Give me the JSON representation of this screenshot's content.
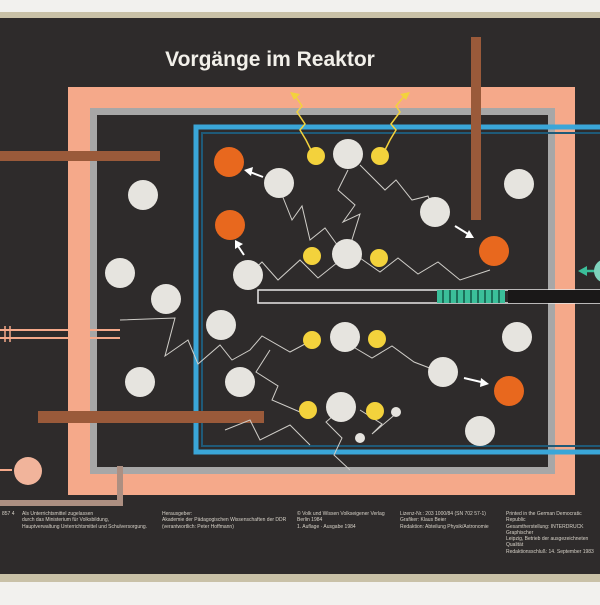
{
  "poster": {
    "title": "Vorgänge im Reaktor",
    "footer": {
      "catalog": "857 4",
      "approval": "Als Unterrichtsmittel zugelassen\ndurch das Ministerium für Volksbildung,\nHauptverwaltung Unterrichtsmittel und Schulversorgung.",
      "publisher": "Herausgeber:\nAkademie der Pädagogischen Wissenschaften der DDR\n(verantwortlich: Peter Hoffmann)",
      "edition": "© Volk und Wissen Volkseigener Verlag\nBerlin 1984\n1. Auflage · Ausgabe 1984",
      "license": "Lizenz-Nr.: 203 1000/84 (SN 702 57-1)\nGrafiker: Klaus Beier\nRedaktion: Abteilung Physik/Astronomie",
      "print": "Printed in the German Democratic Republic\nGesamtherstellung: INTERDRUCK Graphischer\nLeipzig, Betrieb der ausgezeichneten Qualität\nRedaktionsschluß: 14. September 1983"
    },
    "colors": {
      "background": "#2e2b2b",
      "moderator_frame": "#f5a98a",
      "shield_gray": "#8a8a8a",
      "coolant_blue": "#3aa6d8",
      "control_rod": "#9a5a3a",
      "fuel_rod_highlight": "#3bbf9a",
      "neutron": "#e6e4df",
      "uranium_fission": "#e8681e",
      "fission_fragment": "#f3d23c"
    },
    "icons": [
      "gamma-ray-icon",
      "neutron-arrow-icon"
    ]
  }
}
